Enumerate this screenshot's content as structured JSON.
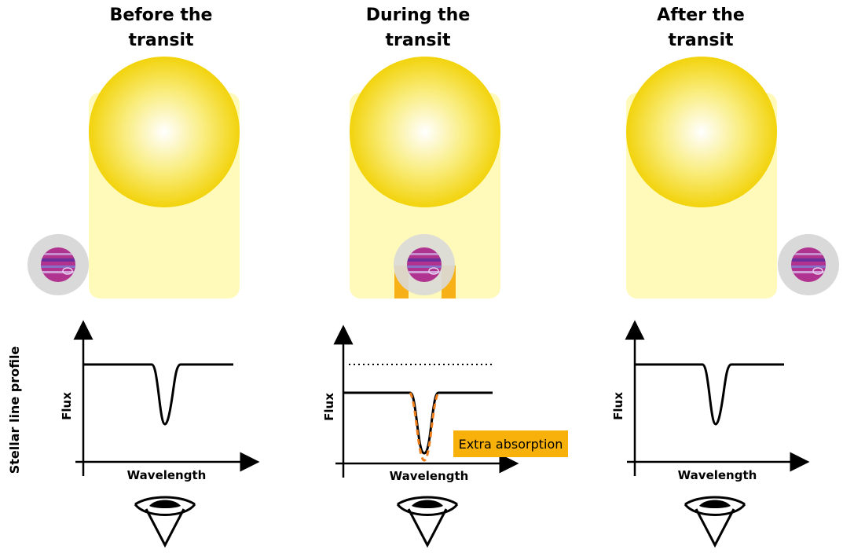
{
  "panels": [
    {
      "title_line1": "Before the",
      "title_line2": "transit",
      "ylabel": "Flux",
      "xlabel": "Wavelength"
    },
    {
      "title_line1": "During the",
      "title_line2": "transit",
      "ylabel": "Flux",
      "xlabel": "Wavelength",
      "annotation": "Extra absorption"
    },
    {
      "title_line1": "After the",
      "title_line2": "transit",
      "ylabel": "Flux",
      "xlabel": "Wavelength"
    }
  ],
  "side_label": "Stellar line profile",
  "colors": {
    "star_center": "#fffff8",
    "star_edge": "#f2d70f",
    "light_beam": "#fffab9",
    "planet_halo": "#d9d9d9",
    "planet_body": "#b0338f",
    "absorption": "#f7b116",
    "annotation_bg": "#f8b10a",
    "dashed_line": "#ef7d1a"
  },
  "icons": [
    "star",
    "planet",
    "eye-icon"
  ]
}
